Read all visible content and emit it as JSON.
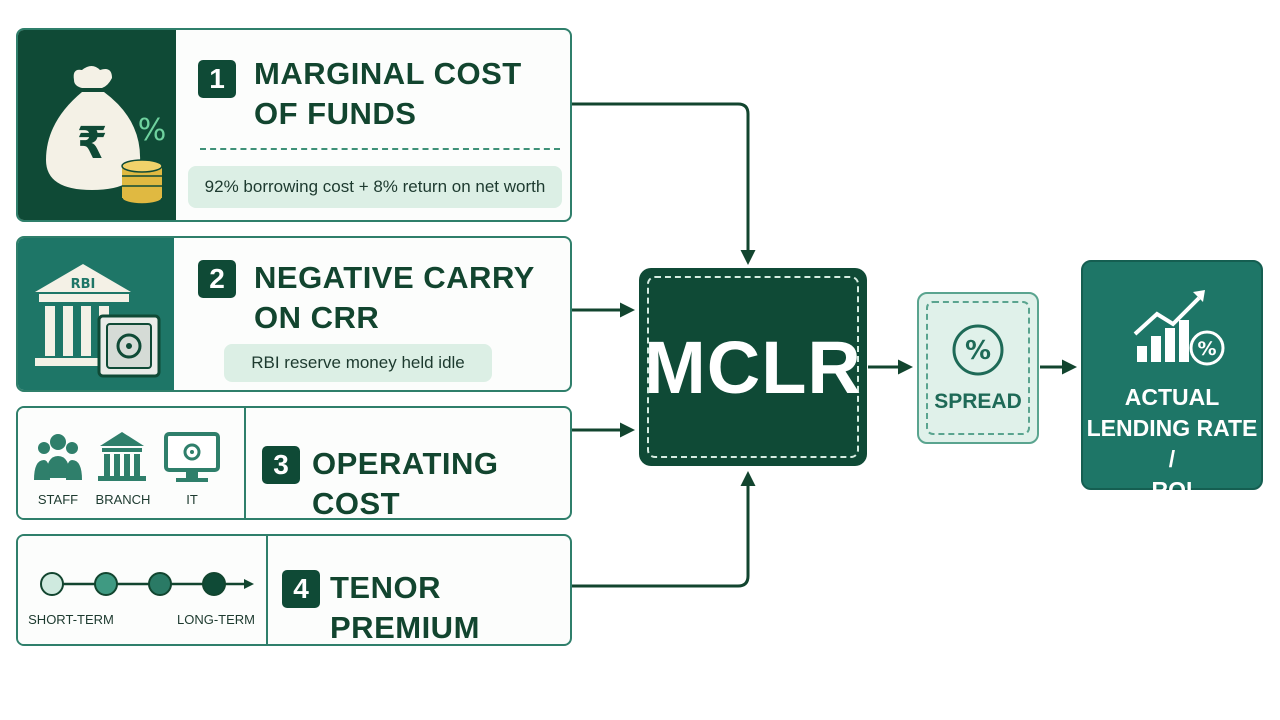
{
  "factors": [
    {
      "number": "1",
      "title_line1": "MARGINAL COST",
      "title_line2": "OF FUNDS",
      "note": "92% borrowing cost + 8% return on net worth",
      "icon": "money-bag-rupee-coins-icon",
      "icon_text": "%"
    },
    {
      "number": "2",
      "title_line1": "NEGATIVE CARRY",
      "title_line2": "ON CRR",
      "note": "RBI reserve money held idle",
      "icon": "rbi-bank-safe-icon",
      "icon_text": "RBI"
    },
    {
      "number": "3",
      "title": "OPERATING COST",
      "icons": [
        {
          "icon": "staff-icon",
          "label": "STAFF"
        },
        {
          "icon": "branch-icon",
          "label": "BRANCH"
        },
        {
          "icon": "it-computer-icon",
          "label": "IT"
        }
      ]
    },
    {
      "number": "4",
      "title": "TENOR PREMIUM",
      "timeline_icon": "tenor-timeline-icon",
      "timeline_start": "SHORT-TERM",
      "timeline_end": "LONG-TERM"
    }
  ],
  "mclr": {
    "label": "MCLR"
  },
  "spread": {
    "label": "SPREAD",
    "icon": "percent-circle-icon",
    "icon_text": "%"
  },
  "result": {
    "line1": "ACTUAL",
    "line2": "LENDING RATE /",
    "line3": "ROI",
    "icon": "growth-chart-percent-icon",
    "icon_text": "%"
  },
  "colors": {
    "dark_green": "#0f4a36",
    "teal": "#1e7667",
    "light_mint": "#dcefe5",
    "border": "#2f7f6b"
  }
}
